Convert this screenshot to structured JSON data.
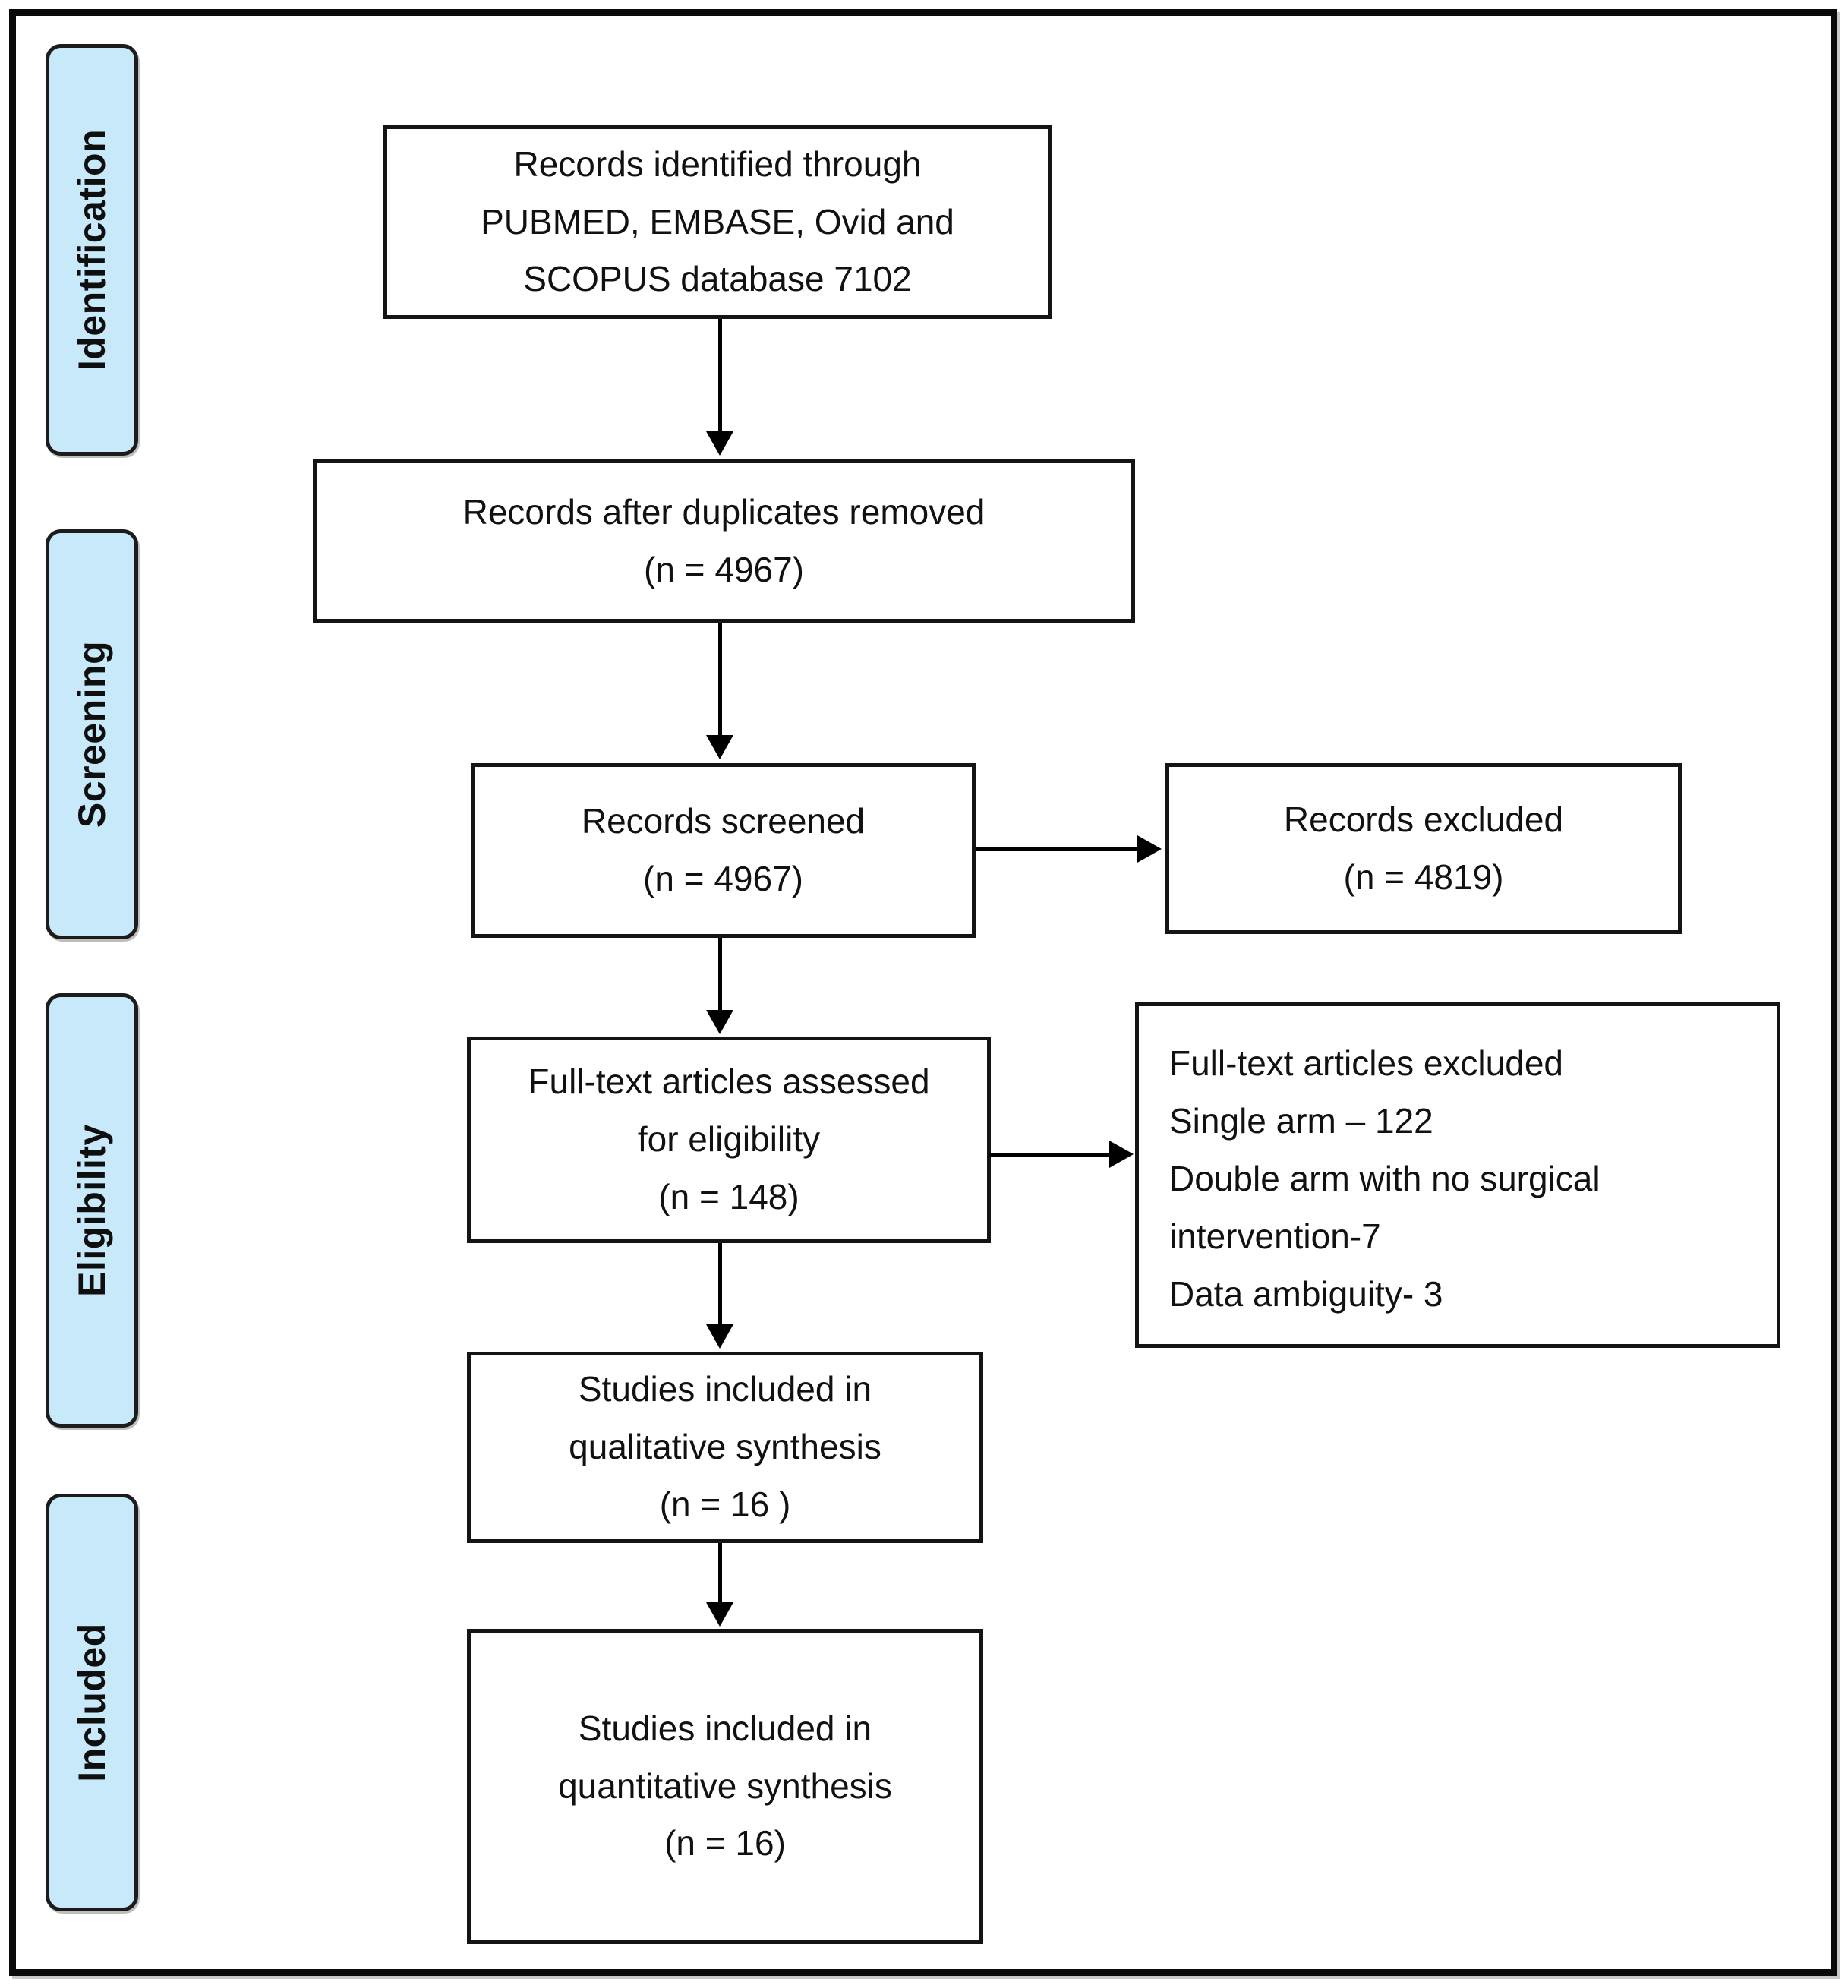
{
  "stages": [
    {
      "id": "identification",
      "label": "Identification"
    },
    {
      "id": "screening",
      "label": "Screening"
    },
    {
      "id": "eligibility",
      "label": "Eligibility"
    },
    {
      "id": "included",
      "label": "Included"
    }
  ],
  "flow": {
    "identified": {
      "text": "Records identified through\nPUBMED, EMBASE, Ovid and\nSCOPUS database 7102"
    },
    "deduplicated": {
      "text": "Records after duplicates removed\n(n = 4967)"
    },
    "screened": {
      "text": "Records screened\n(n = 4967)"
    },
    "records_excluded": {
      "text": "Records excluded\n(n = 4819)"
    },
    "fulltext_assessed": {
      "text": "Full-text articles assessed\nfor eligibility\n(n =  148)"
    },
    "fulltext_excluded": {
      "text": "Full-text articles excluded\nSingle arm – 122\nDouble arm with no surgical\nintervention-7\nData ambiguity- 3"
    },
    "qualitative": {
      "text": "Studies included in\nqualitative synthesis\n(n =  16 )"
    },
    "quantitative": {
      "text": "Studies included in\nquantitative synthesis\n(n = 16)"
    }
  },
  "colors": {
    "stage_fill": "#c7e9fa",
    "stage_border": "#1c1c1c",
    "box_border": "#141414",
    "arrow": "#000000",
    "frame_border": "#0a0a0a",
    "background": "#ffffff"
  }
}
